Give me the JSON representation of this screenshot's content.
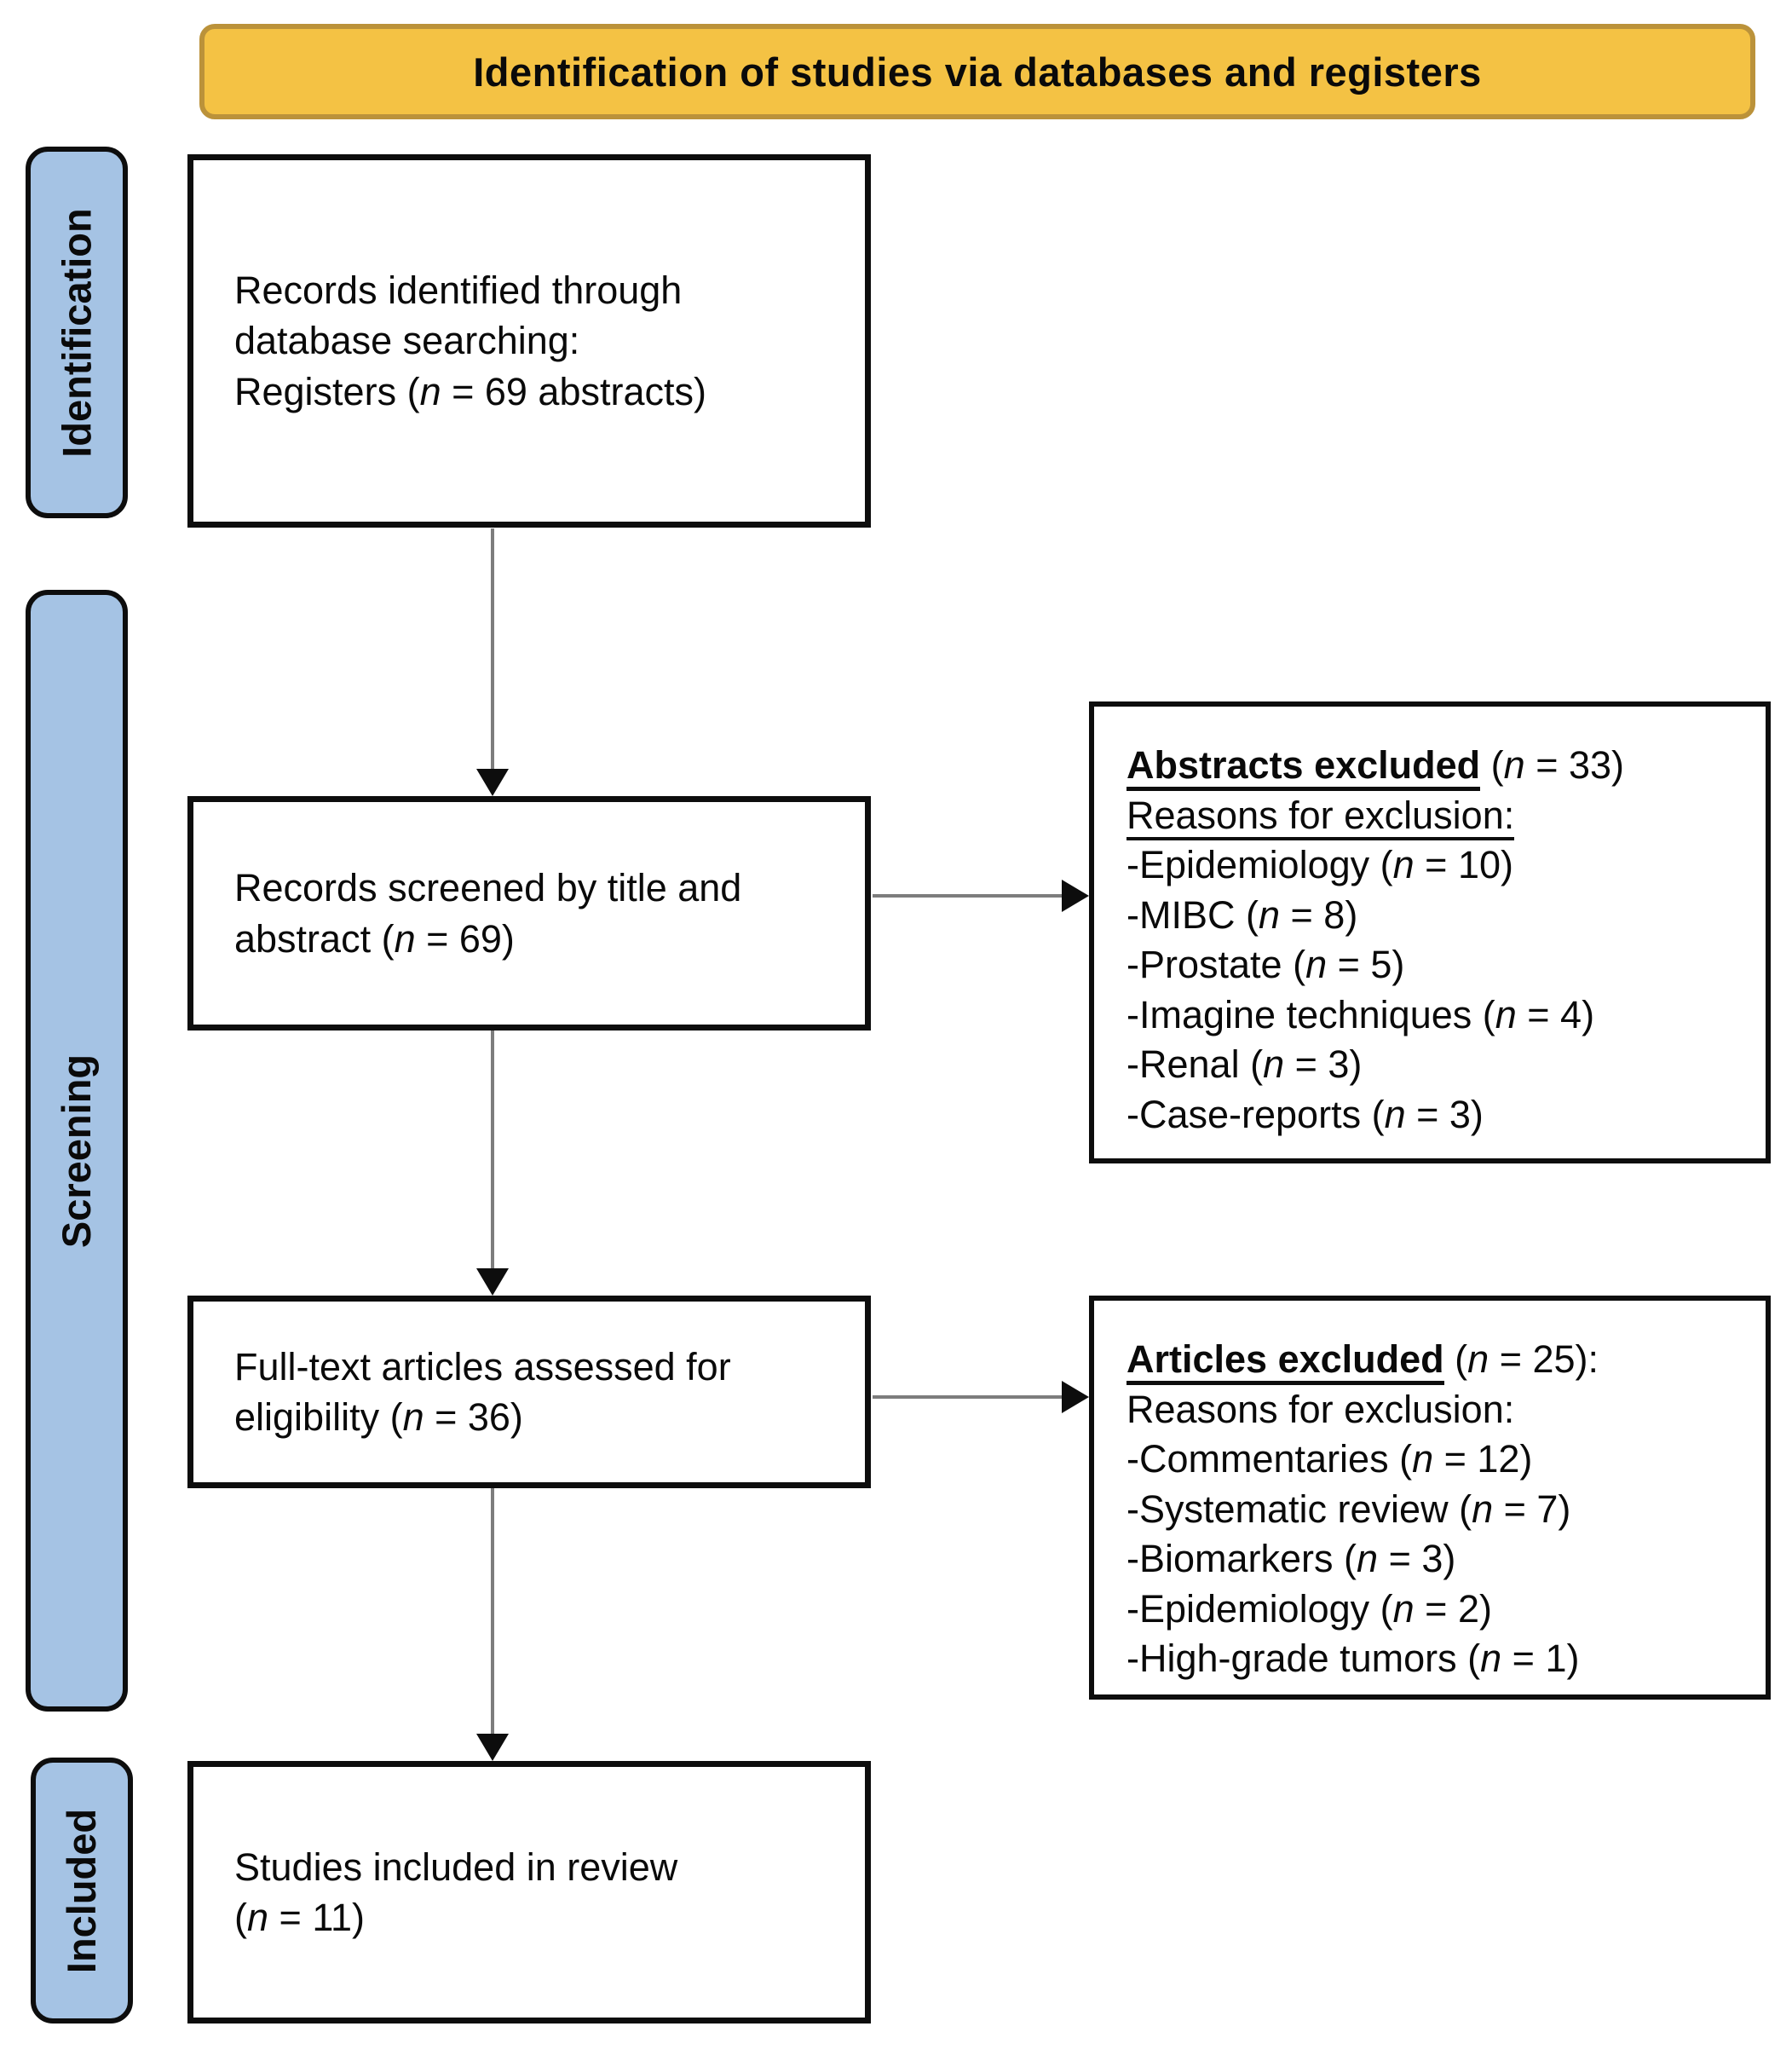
{
  "banner": {
    "title": "Identification of studies via databases and registers"
  },
  "stages": [
    {
      "label": "Identification"
    },
    {
      "label": "Screening"
    },
    {
      "label": "Included"
    }
  ],
  "boxes": [
    {
      "id": "records-identified",
      "lines": [
        {
          "pre": "Records identified through"
        },
        {
          "pre": "database searching:"
        },
        {
          "pre": "Registers (",
          "n": "n",
          "post": " = 69 abstracts)"
        }
      ]
    },
    {
      "id": "records-screened",
      "lines": [
        {
          "pre": "Records screened by title and"
        },
        {
          "pre": "abstract (",
          "n": "n",
          "post": " = 69)"
        }
      ]
    },
    {
      "id": "fulltext-assessed",
      "lines": [
        {
          "pre": "Full-text articles assessed for"
        },
        {
          "pre": "eligibility (",
          "n": "n",
          "post": " = 36)"
        }
      ]
    },
    {
      "id": "studies-included",
      "lines": [
        {
          "pre": "Studies included in review"
        },
        {
          "pre": "(",
          "n": "n",
          "post": " = 11)"
        }
      ]
    }
  ],
  "exclusion_boxes": [
    {
      "id": "abstracts-excluded",
      "heading": {
        "title": "Abstracts excluded",
        "open": " (",
        "n": "n",
        "post": " = 33)"
      },
      "subheading": "Reasons for exclusion:",
      "items": [
        {
          "pre": "-Epidemiology (",
          "n": "n",
          "post": " = 10)"
        },
        {
          "pre": "-MIBC (",
          "n": "n",
          "post": " = 8)"
        },
        {
          "pre": "-Prostate (",
          "n": "n",
          "post": " = 5)"
        },
        {
          "pre": "-Imagine techniques (",
          "n": "n",
          "post": " = 4)"
        },
        {
          "pre": "-Renal (",
          "n": "n",
          "post": " = 3)"
        },
        {
          "pre": "-Case-reports (",
          "n": "n",
          "post": " = 3)"
        }
      ]
    },
    {
      "id": "articles-excluded",
      "heading": {
        "title": "Articles excluded",
        "open": " (",
        "n": "n",
        "post": " = 25):"
      },
      "subheading": "Reasons for exclusion:",
      "items": [
        {
          "pre": "-Commentaries (",
          "n": "n",
          "post": " = 12)"
        },
        {
          "pre": "-Systematic review (",
          "n": "n",
          "post": " = 7)"
        },
        {
          "pre": "-Biomarkers (",
          "n": "n",
          "post": " = 3)"
        },
        {
          "pre": "-Epidemiology (",
          "n": "n",
          "post": " = 2)"
        },
        {
          "pre": "-High-grade tumors (",
          "n": "n",
          "post": " = 1)"
        }
      ]
    }
  ],
  "colors": {
    "banner_fill": "#f4c244",
    "banner_border": "#bb923a",
    "stage_fill": "#a5c3e4",
    "box_border": "#0d0d0d",
    "arrow_line": "#7d7d7d",
    "arrow_head": "#0d0d0d"
  }
}
